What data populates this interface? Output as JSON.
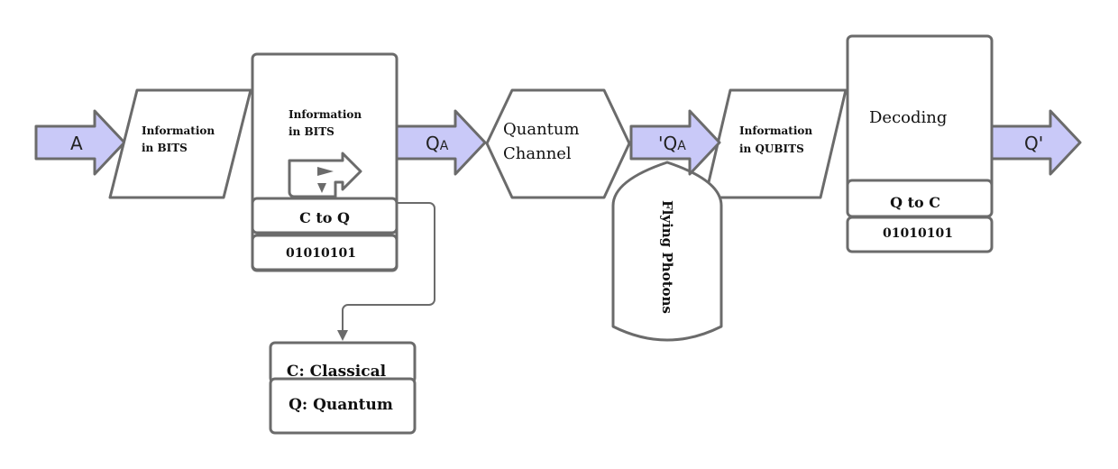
{
  "arrows": {
    "a": "A",
    "qa_out": "Q",
    "qa_out_sub": "A",
    "qa_in": "'Q",
    "qa_in_sub": "A",
    "q_prime": "Q'"
  },
  "input_parallelogram": {
    "line1": "Information",
    "line2": "in BITS"
  },
  "encoder": {
    "line1": "Information",
    "line2": "in BITS",
    "label": "C to Q",
    "bits": "01010101"
  },
  "channel": {
    "line1": "Quantum",
    "line2": "Channel"
  },
  "photons": {
    "label": "Flying Photons"
  },
  "qubit_parallelogram": {
    "line1": "Information",
    "line2": "in  QUBITS"
  },
  "decoder": {
    "title": "Decoding",
    "label": "Q to C",
    "bits": "01010101"
  },
  "legend": {
    "classical": "C: Classical",
    "quantum": "Q: Quantum"
  }
}
